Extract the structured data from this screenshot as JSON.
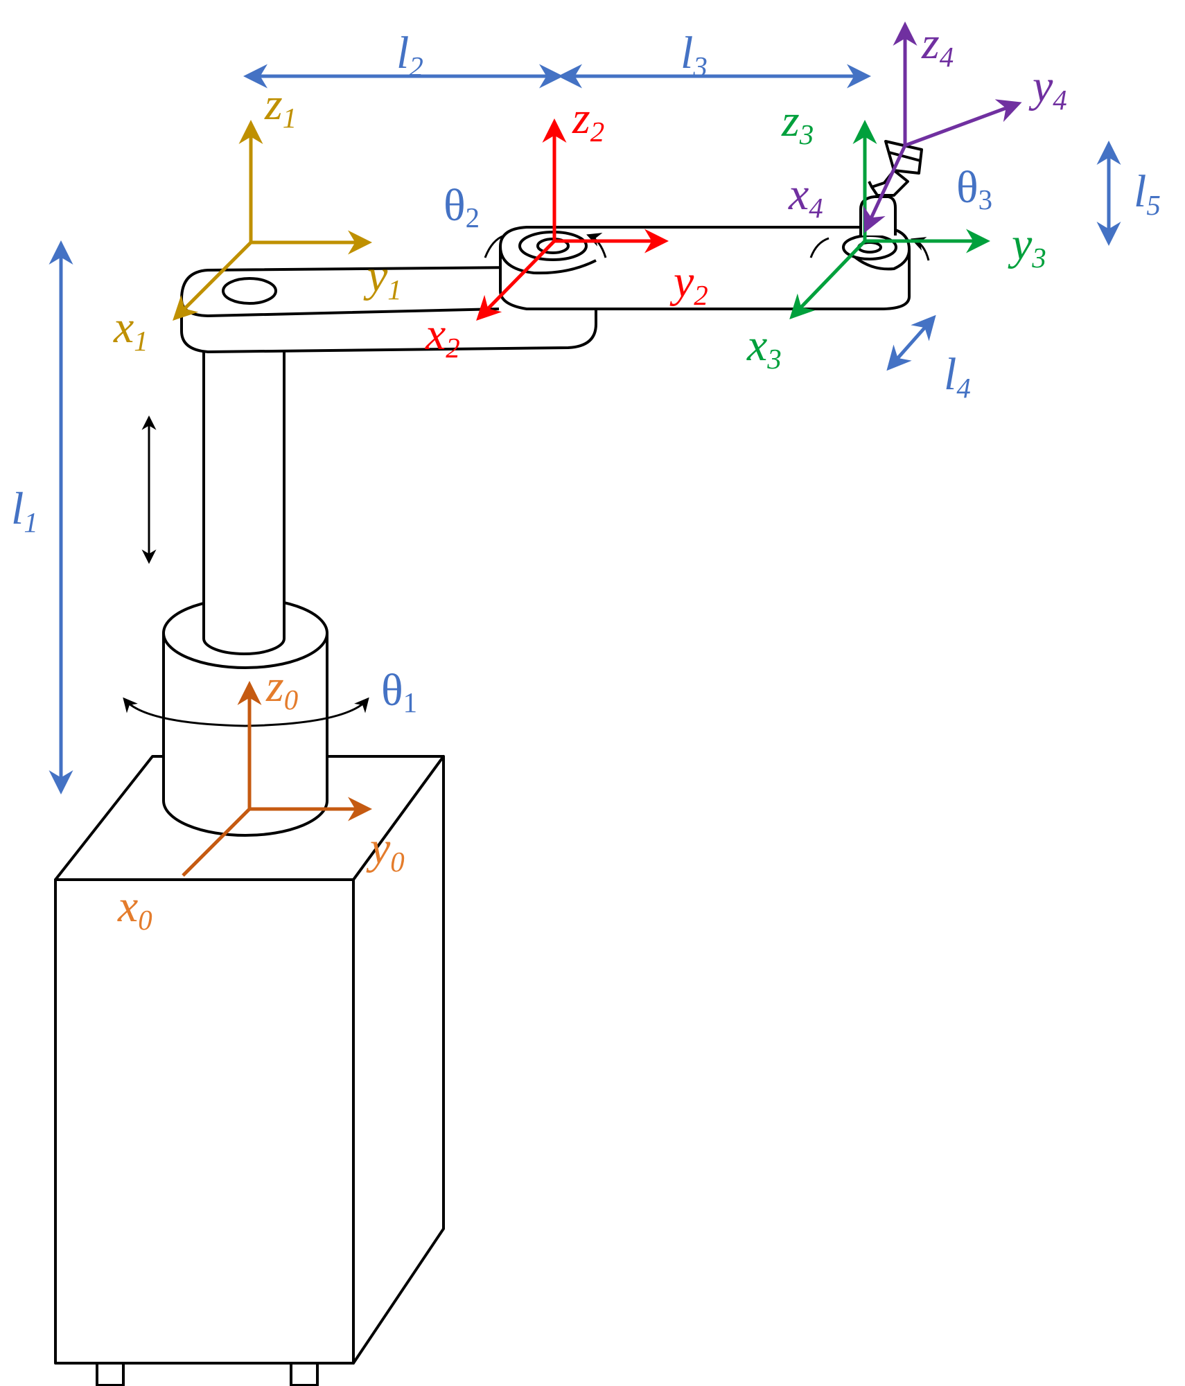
{
  "colors": {
    "outline": "#000000",
    "dimension": "#4472c4",
    "frame0": "#c55a11",
    "frame0_label": "#e47c2c",
    "frame1": "#bf9000",
    "frame2": "#ff0000",
    "frame3": "#00a03c",
    "frame4": "#7030a0"
  },
  "labels": {
    "l1": {
      "base": "l",
      "sub": "1"
    },
    "l2": {
      "base": "l",
      "sub": "2"
    },
    "l3": {
      "base": "l",
      "sub": "3"
    },
    "l4": {
      "base": "l",
      "sub": "4"
    },
    "l5": {
      "base": "l",
      "sub": "5"
    },
    "theta1": {
      "base": "θ",
      "sub": "1"
    },
    "theta2": {
      "base": "θ",
      "sub": "2"
    },
    "theta3": {
      "base": "θ",
      "sub": "3"
    },
    "x0": {
      "base": "x",
      "sub": "0"
    },
    "y0": {
      "base": "y",
      "sub": "0"
    },
    "z0": {
      "base": "z",
      "sub": "0"
    },
    "x1": {
      "base": "x",
      "sub": "1"
    },
    "y1": {
      "base": "y",
      "sub": "1"
    },
    "z1": {
      "base": "z",
      "sub": "1"
    },
    "x2": {
      "base": "x",
      "sub": "2"
    },
    "y2": {
      "base": "y",
      "sub": "2"
    },
    "z2": {
      "base": "z",
      "sub": "2"
    },
    "x3": {
      "base": "x",
      "sub": "3"
    },
    "y3": {
      "base": "y",
      "sub": "3"
    },
    "z3": {
      "base": "z",
      "sub": "3"
    },
    "x4": {
      "base": "x",
      "sub": "4"
    },
    "y4": {
      "base": "y",
      "sub": "4"
    },
    "z4": {
      "base": "z",
      "sub": "4"
    }
  }
}
